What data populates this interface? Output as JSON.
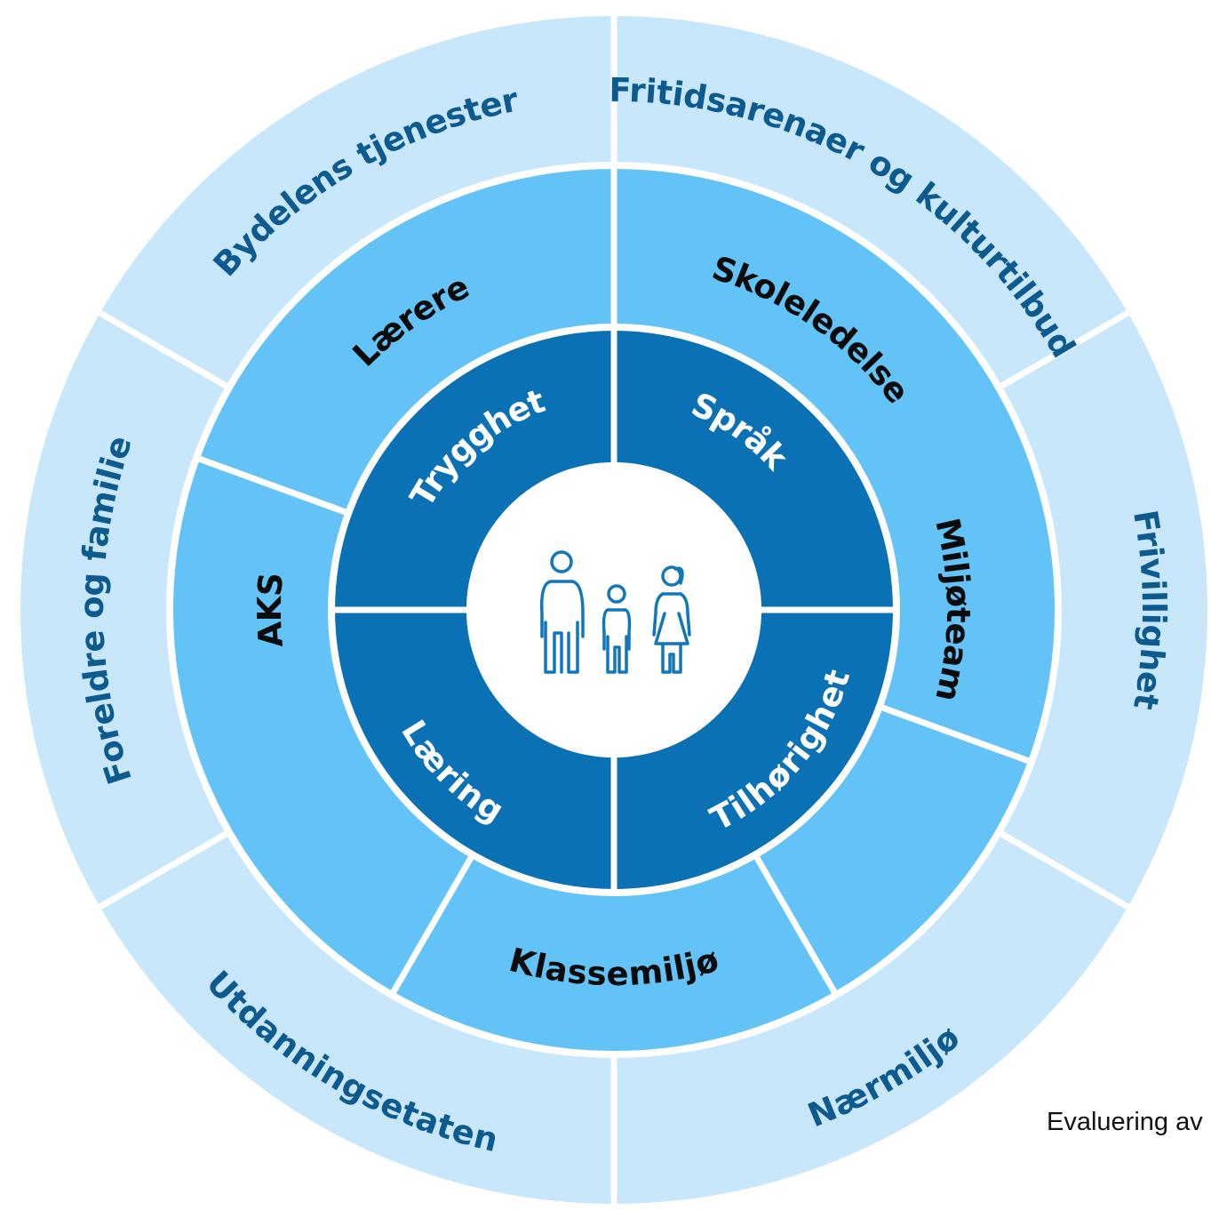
{
  "colors": {
    "outer_ring": "#c9e7fb",
    "middle_ring": "#63c3f6",
    "inner_ring": "#0a71b4",
    "center": "#ffffff",
    "divider": "#ffffff",
    "outer_text": "#0d5a8f",
    "middle_text": "#0b0b0b",
    "inner_text": "#ffffff",
    "icon_stroke": "#1277b8"
  },
  "outer_ring": [
    {
      "label": "Bydelens tjenester"
    },
    {
      "label": "Fritidsarenaer og kulturtilbud"
    },
    {
      "label": "Frivillighet"
    },
    {
      "label": "Nærmiljø"
    },
    {
      "label": "Utdanningsetaten"
    },
    {
      "label": "Foreldre og familie"
    }
  ],
  "middle_ring": [
    {
      "label": "Lærere"
    },
    {
      "label": "Skoleledelse"
    },
    {
      "label": "Miljøteam"
    },
    {
      "label": "Klassemiljø"
    },
    {
      "label": "AKS"
    }
  ],
  "inner_ring": [
    {
      "label": "Trygghet"
    },
    {
      "label": "Språk"
    },
    {
      "label": "Tilhørighet"
    },
    {
      "label": "Læring"
    }
  ],
  "center": {
    "icon": "family-icon"
  },
  "caption": "Evaluering av"
}
